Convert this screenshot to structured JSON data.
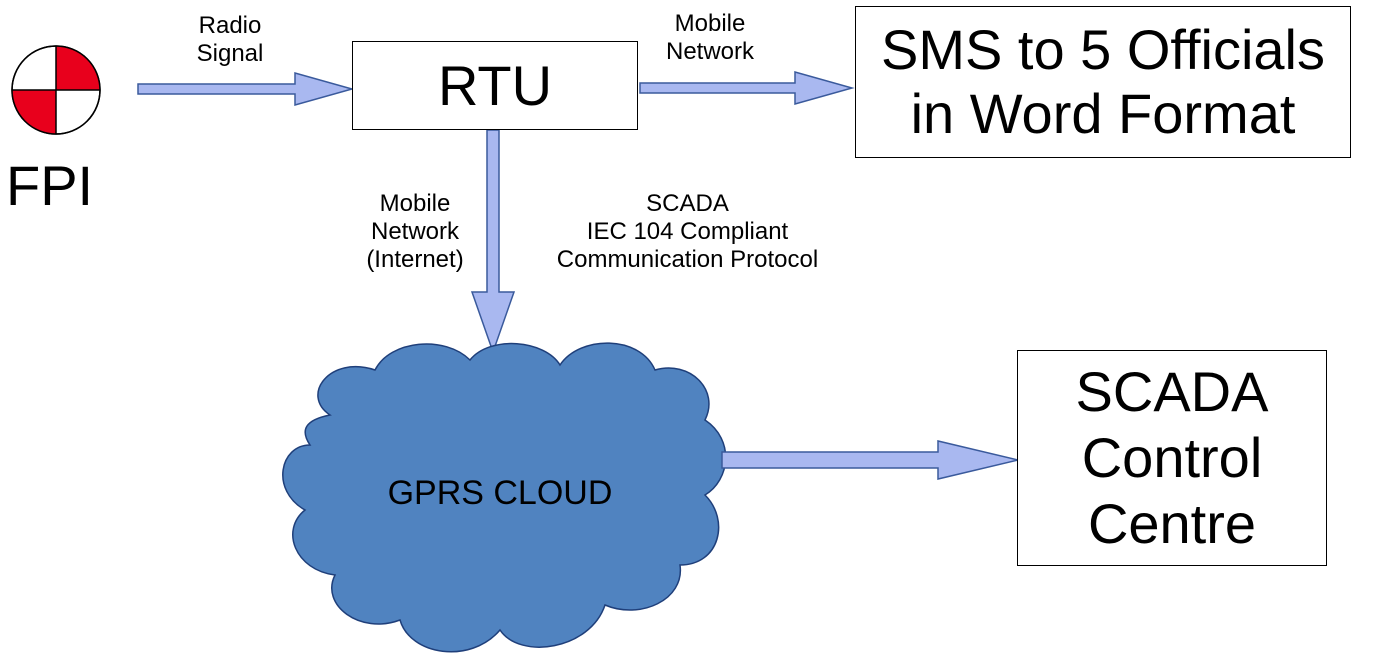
{
  "fpi": {
    "label": "FPI"
  },
  "rtu": {
    "label": "RTU"
  },
  "sms_box": {
    "label": "SMS to 5 Officials\nin Word Format"
  },
  "scada_box": {
    "label": "SCADA\nControl\nCentre"
  },
  "cloud": {
    "label": "GPRS CLOUD"
  },
  "edges": {
    "fpi_to_rtu": "Radio\nSignal",
    "rtu_to_sms": "Mobile\nNetwork",
    "rtu_to_cloud": "Mobile\nNetwork\n(Internet)",
    "protocol": "SCADA\nIEC 104 Compliant\nCommunication Protocol"
  },
  "colors": {
    "arrow_fill": "#a9b8f0",
    "arrow_stroke": "#3a5a9c",
    "cloud_fill": "#5083c0",
    "cloud_stroke": "#1f3f7a",
    "fpi_red": "#e8001c"
  }
}
